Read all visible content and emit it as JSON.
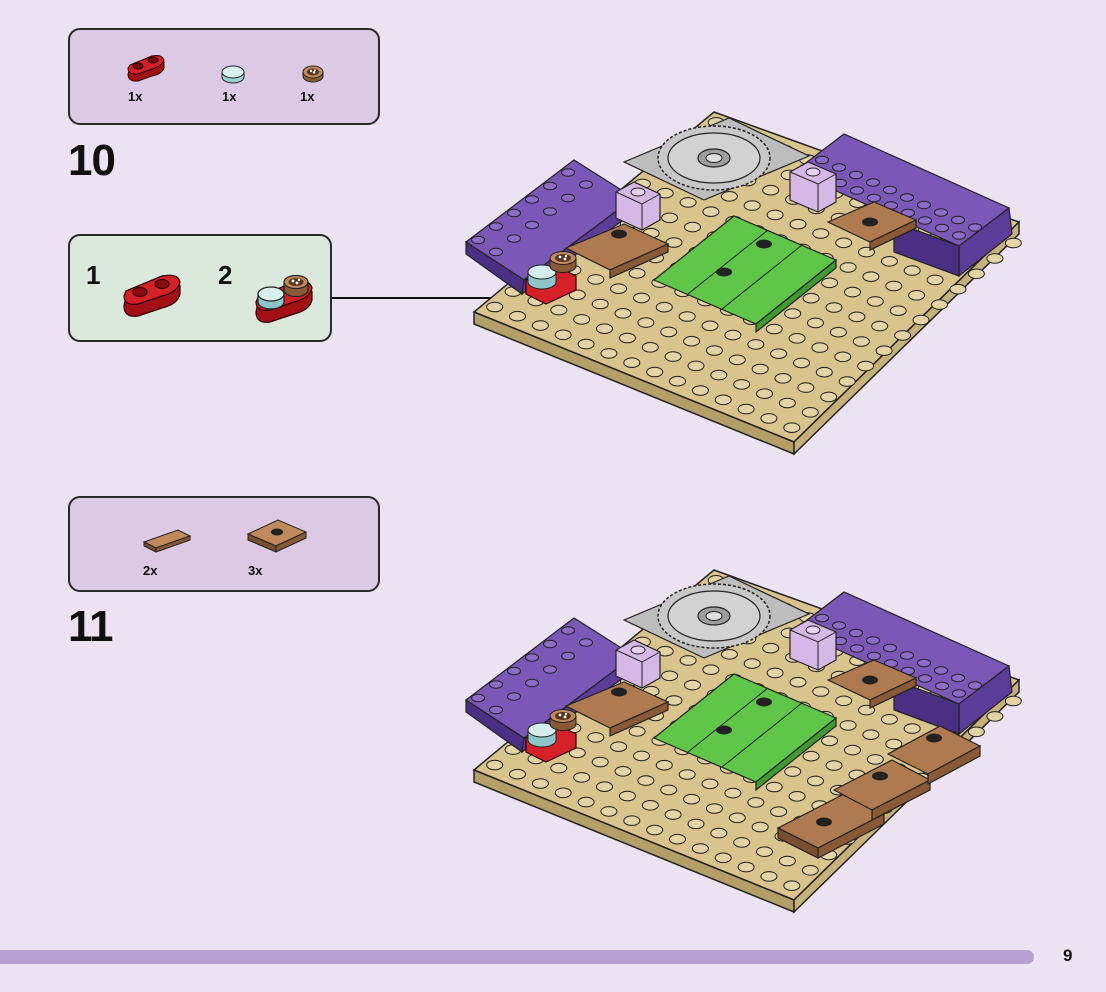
{
  "step10": {
    "number": "10",
    "parts": [
      {
        "name": "red-plate-1x2-rounded",
        "qty": "1x",
        "color": "#c8191e"
      },
      {
        "name": "transparent-light-blue-round-tile",
        "qty": "1x",
        "color": "#cfe8e8"
      },
      {
        "name": "medium-nougat-round-tile-printed",
        "qty": "1x",
        "color": "#b07a50"
      }
    ],
    "substeps": [
      "1",
      "2"
    ]
  },
  "step11": {
    "number": "11",
    "parts": [
      {
        "name": "medium-nougat-tile-1x2",
        "qty": "2x",
        "color": "#b07a50"
      },
      {
        "name": "medium-nougat-plate-2x2-jumper",
        "qty": "3x",
        "color": "#b07a50"
      }
    ]
  },
  "page": {
    "number": "9"
  },
  "colors": {
    "background": "#ece2f2",
    "parts_box": "#dcc9e4",
    "subassembly_box": "#dbe9dc",
    "baseplate_tan": "#d9c48e",
    "dark_purple": "#6a48a8",
    "lavender": "#d6b8e6",
    "bright_green": "#5fc64a",
    "medium_nougat": "#b07a50",
    "light_gray": "#bdbdbd",
    "footer_bar": "#b6a1d2"
  }
}
